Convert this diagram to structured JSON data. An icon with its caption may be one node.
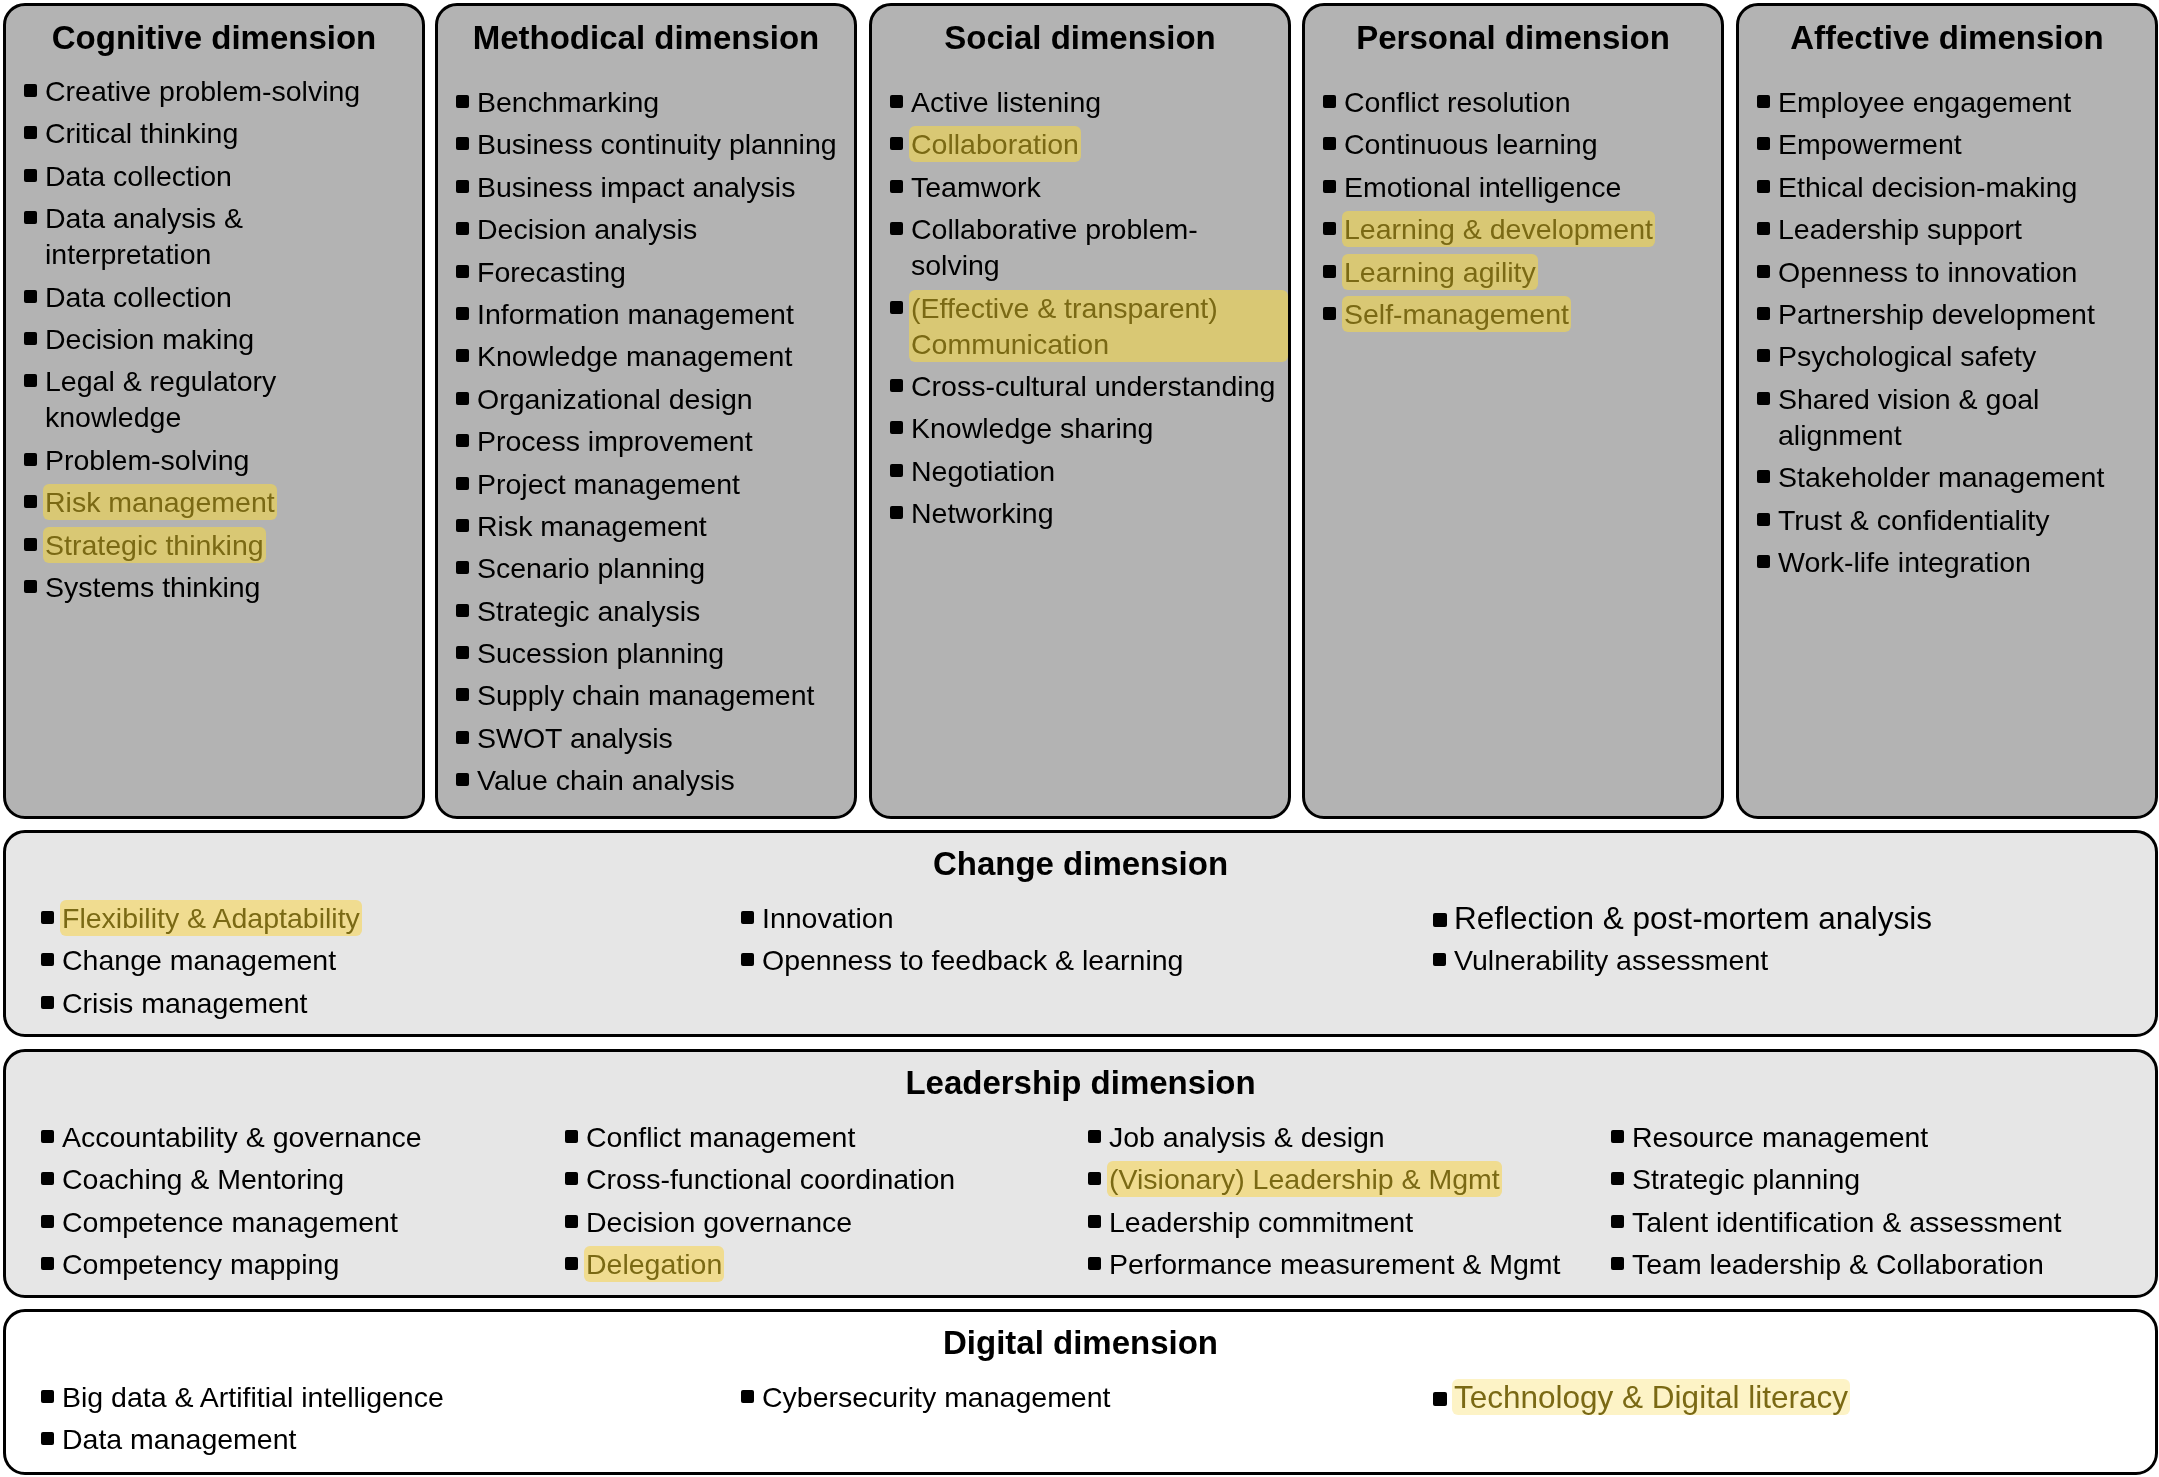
{
  "diagram": {
    "nodes": [
      {
        "text": [
          "Cognitive dimension",
          "Creative problem-solving",
          "Critical thinking",
          "Data collection",
          "Data analysis & interpretation",
          "Data collection",
          "Decision making",
          "Legal & regulatory knowledge",
          "Problem-solving",
          "Risk management",
          "Strategic thinking",
          "Systems thinking"
        ]
      },
      {
        "text": [
          "Methodical dimension",
          "Benchmarking",
          "Business continuity planning",
          "Business impact analysis",
          "Decision analysis",
          "Forecasting",
          "Information management",
          "Knowledge management",
          "Organizational design",
          "Process improvement",
          "Project management",
          "Risk management",
          "Scenario planning",
          "Strategic analysis",
          "Sucession planning",
          "Supply chain management",
          "SWOT analysis",
          "Value chain analysis"
        ]
      },
      {
        "text": [
          "Social dimension",
          "Active listening",
          "Collaboration",
          "Teamwork",
          "Collaborative problem-solving",
          "(Effective & transparent) Communication",
          "Cross-cultural understanding",
          "Knowledge sharing",
          "Negotiation",
          "Networking"
        ]
      },
      {
        "text": [
          "Personal dimension",
          "Conflict resolution",
          "Continuous learning",
          "Emotional intelligence",
          "Learning & development",
          "Learning agility",
          "Self-management"
        ]
      },
      {
        "text": [
          "Affective dimension",
          "Employee engagement",
          "Empowerment",
          "Ethical decision-making",
          "Leadership support",
          "Openness to innovation",
          "Partnership development",
          "Psychological safety",
          "Shared vision & goal alignment",
          "Stakeholder management",
          "Trust & confidentiality",
          "Work-life integration"
        ]
      },
      {
        "text": [
          "Change dimension",
          "Flexibility & Adaptability",
          "Change management",
          "Crisis management",
          "Innovation",
          "Openness to feedback & learning",
          "Reflection & post-mortem analysis",
          "Vulnerability assessment"
        ]
      },
      {
        "text": [
          "Leadership dimension",
          "Accountability & governance",
          "Coaching & Mentoring",
          "Competence management",
          "Competency mapping",
          "Conflict management",
          "Cross-functional coordination",
          "Decision governance",
          "Delegation",
          "Job analysis & design",
          "(Visionary) Leadership & Mgmt",
          "Leadership commitment",
          "Performance measurement & Mgmt",
          "Resource management",
          "Strategic planning",
          "Talent identification & assessment",
          "Team leadership & Collaboration"
        ]
      },
      {
        "text": [
          "Digital dimension",
          "Big data & Artifitial intelligence",
          "Data management",
          "Cybersecurity management",
          "Technology & Digital literacy"
        ]
      }
    ]
  }
}
